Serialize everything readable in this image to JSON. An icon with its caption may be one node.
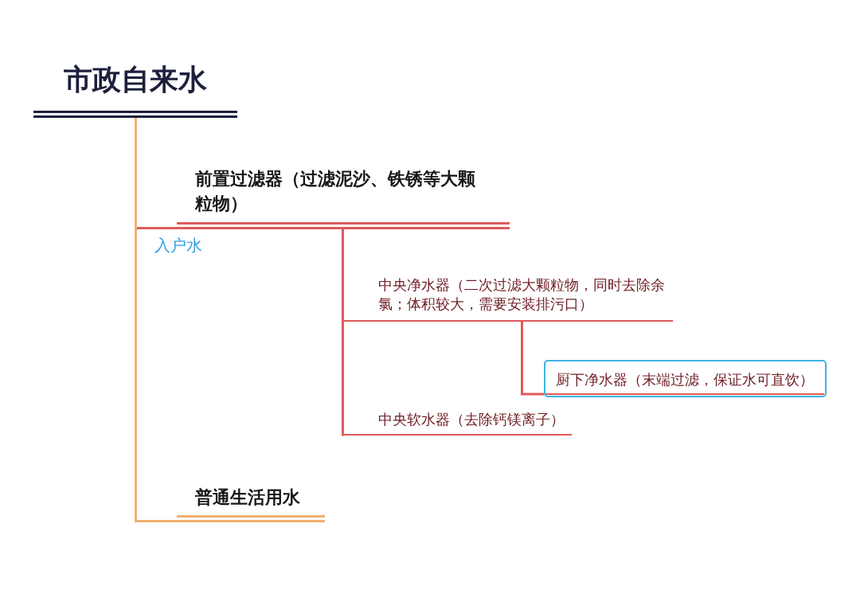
{
  "diagram": {
    "nodes": [
      {
        "text": [
          "市政自来水"
        ]
      },
      {
        "text": [
          "前置过滤器（过滤泥沙、铁锈等大颗粒物）"
        ]
      },
      {
        "text": [
          "中央净水器（二次过滤大颗粒物，同时去除余氯；体积较大，需要安装排污口）"
        ]
      },
      {
        "text": [
          "厨下净水器（末端过滤，保证水可直饮）"
        ]
      },
      {
        "text": [
          "中央软水器（去除钙镁离子）"
        ]
      },
      {
        "text": [
          "普通生活用水"
        ]
      }
    ],
    "edges": [
      {
        "from": 0,
        "to": 1,
        "arrow": "none",
        "label": "入户水"
      },
      {
        "from": 1,
        "to": 2,
        "arrow": "none"
      },
      {
        "from": 2,
        "to": 3,
        "arrow": "none"
      },
      {
        "from": 1,
        "to": 4,
        "arrow": "none"
      },
      {
        "from": 0,
        "to": 5,
        "arrow": "none",
        "color": "#f0b070"
      }
    ]
  }
}
